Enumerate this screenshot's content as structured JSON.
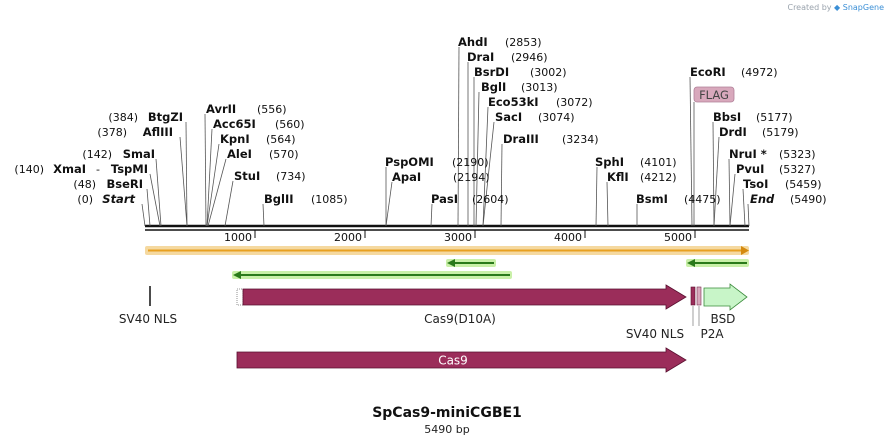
{
  "watermark": {
    "created_by": "Created by",
    "brand": "SnapGene"
  },
  "title": "SpCas9-miniCGBE1",
  "subtitle": "5490 bp",
  "sequence_length": 5490,
  "ticks": [
    "1000",
    "2000",
    "3000",
    "4000",
    "5000"
  ],
  "sites": [
    {
      "name": "AhdI",
      "pos": "(2853)"
    },
    {
      "name": "DraI",
      "pos": "(2946)"
    },
    {
      "name": "BsrDI",
      "pos": "(3002)"
    },
    {
      "name": "BglI",
      "pos": "(3013)"
    },
    {
      "name": "Eco53kI",
      "pos": "(3072)"
    },
    {
      "name": "SacI",
      "pos": "(3074)"
    },
    {
      "name": "DraIII",
      "pos": "(3234)"
    },
    {
      "name": "PspOMI",
      "pos": "(2190)"
    },
    {
      "name": "ApaI",
      "pos": "(2194)"
    },
    {
      "name": "PasI",
      "pos": "(2604)"
    },
    {
      "name": "SphI",
      "pos": "(4101)"
    },
    {
      "name": "KflI",
      "pos": "(4212)"
    },
    {
      "name": "BsmI",
      "pos": "(4475)"
    },
    {
      "name": "EcoRI",
      "pos": "(4972)"
    },
    {
      "name": "BbsI",
      "pos": "(5177)"
    },
    {
      "name": "DrdI",
      "pos": "(5179)"
    },
    {
      "name": "NruI *",
      "pos": "(5323)"
    },
    {
      "name": "PvuI",
      "pos": "(5327)"
    },
    {
      "name": "TsoI",
      "pos": "(5459)"
    },
    {
      "name": "End",
      "pos": "(5490)"
    },
    {
      "name": "BtgZI",
      "pos": "(384)"
    },
    {
      "name": "AflIII",
      "pos": "(378)"
    },
    {
      "name": "SmaI",
      "pos": "(142)"
    },
    {
      "name": "XmaI",
      "pos": "(140)"
    },
    {
      "name": "TspMI",
      "pos": ""
    },
    {
      "name": "BseRI",
      "pos": "(48)"
    },
    {
      "name": "Start",
      "pos": "(0)"
    },
    {
      "name": "AvrII",
      "pos": "(556)"
    },
    {
      "name": "Acc65I",
      "pos": "(560)"
    },
    {
      "name": "KpnI",
      "pos": "(564)"
    },
    {
      "name": "AleI",
      "pos": "(570)"
    },
    {
      "name": "StuI",
      "pos": "(734)"
    },
    {
      "name": "BglII",
      "pos": "(1085)"
    }
  ],
  "features": {
    "flag": "FLAG",
    "sv40_nls_1": "SV40 NLS",
    "cas9_d10a": "Cas9(D10A)",
    "sv40_nls_2": "SV40 NLS",
    "p2a": "P2A",
    "bsd": "BSD",
    "cas9": "Cas9"
  },
  "colors": {
    "cas9": "#9b2d5a",
    "bsd": "#c8f5c8",
    "flag": "#d8a8bc",
    "orf_line": "#e8a020",
    "orf_glow": "#f5d9a0",
    "green_line": "#2a7a1a",
    "green_glow": "#c9f0a8",
    "backbone": "#111111"
  }
}
